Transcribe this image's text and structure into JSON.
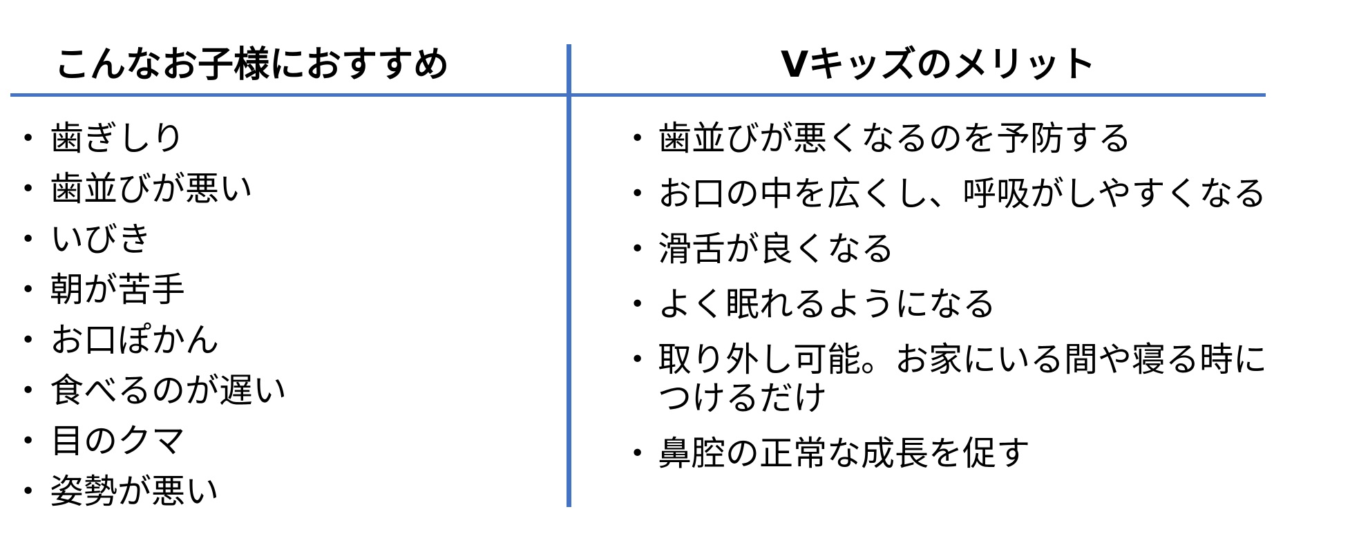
{
  "colors": {
    "rule": "#4472C4",
    "text": "#000000",
    "background": "#FFFFFF"
  },
  "left_column": {
    "heading": "こんなお子様におすすめ",
    "items": [
      "歯ぎしり",
      "歯並びが悪い",
      "いびき",
      "朝が苦手",
      "お口ぽかん",
      "食べるのが遅い",
      "目のクマ",
      "姿勢が悪い"
    ]
  },
  "right_column": {
    "heading": "Vキッズのメリット",
    "items": [
      "歯並びが悪くなるのを予防する",
      "お口の中を広くし、呼吸がしやすくなる",
      "滑舌が良くなる",
      "よく眠れるようになる",
      "取り外し可能。お家にいる間や寝る時につけるだけ",
      "鼻腔の正常な成長を促す"
    ]
  },
  "bullet_symbol": "•"
}
